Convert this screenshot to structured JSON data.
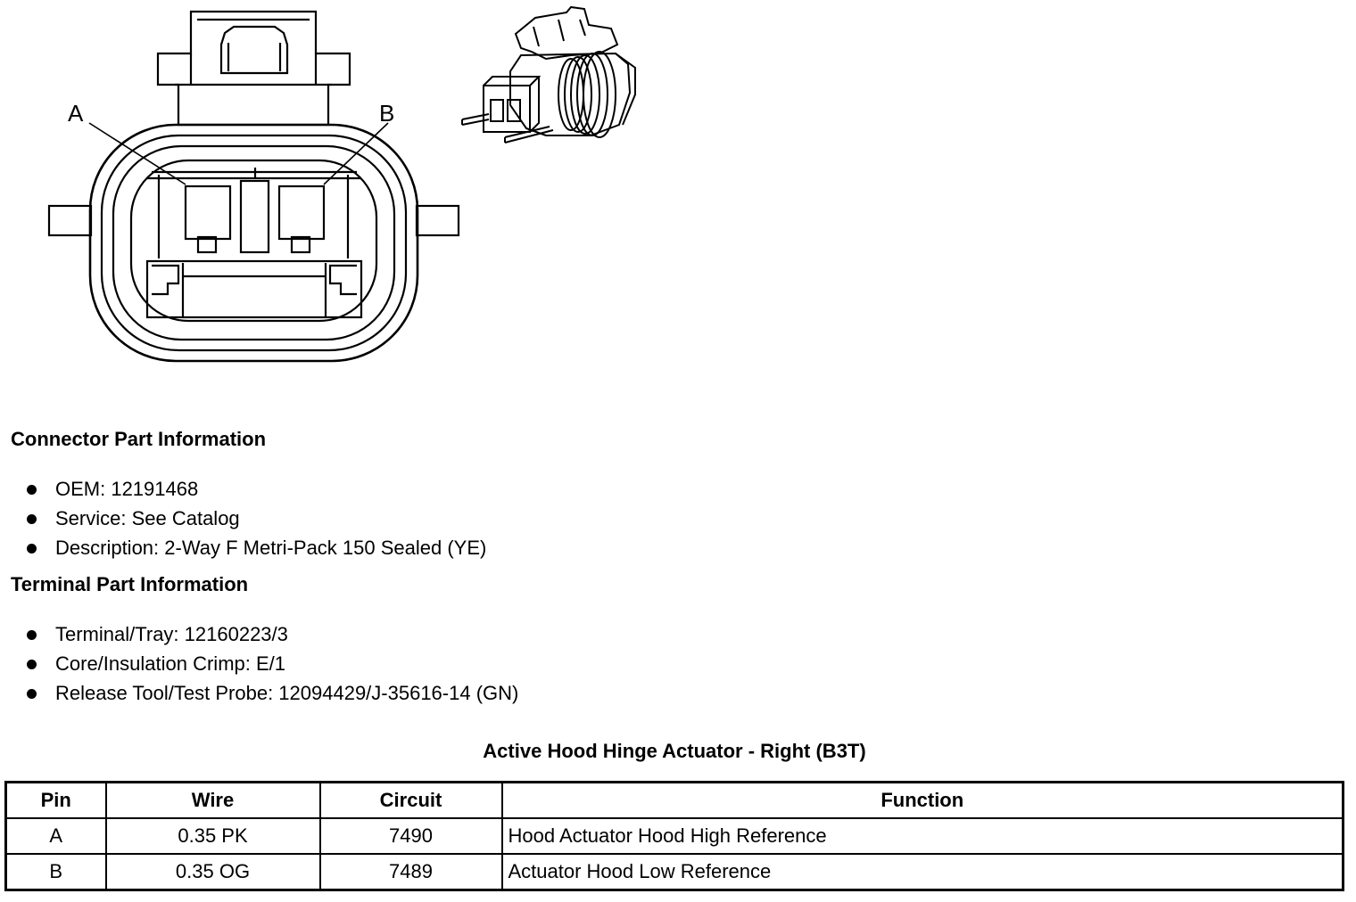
{
  "diagram": {
    "pin_labels": [
      "A",
      "B"
    ]
  },
  "connector_info": {
    "title": "Connector Part Information",
    "items": [
      "OEM: 12191468",
      "Service: See Catalog",
      "Description: 2-Way F Metri-Pack 150 Sealed (YE)"
    ]
  },
  "terminal_info": {
    "title": "Terminal Part Information",
    "items": [
      "Terminal/Tray: 12160223/3",
      "Core/Insulation Crimp: E/1",
      "Release Tool/Test Probe: 12094429/J-35616-14 (GN)"
    ]
  },
  "table": {
    "title": "Active Hood Hinge Actuator - Right (B3T)",
    "headers": [
      "Pin",
      "Wire",
      "Circuit",
      "Function"
    ],
    "rows": [
      {
        "pin": "A",
        "wire": "0.35 PK",
        "circuit": "7490",
        "function": "Hood Actuator Hood High Reference"
      },
      {
        "pin": "B",
        "wire": "0.35 OG",
        "circuit": "7489",
        "function": "Actuator Hood Low Reference"
      }
    ]
  }
}
